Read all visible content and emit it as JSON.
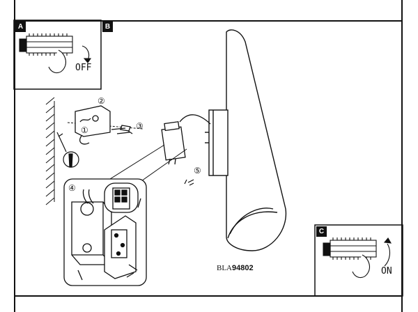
{
  "panels": {
    "off": {
      "tag": "A",
      "label": "OFF"
    },
    "step_b": {
      "tag": "B"
    },
    "on": {
      "tag": "C",
      "label": "ON"
    }
  },
  "callouts": [
    "①",
    "②",
    "③",
    "④",
    "⑤"
  ],
  "model": {
    "prefix": "BLA",
    "number": "94802"
  }
}
